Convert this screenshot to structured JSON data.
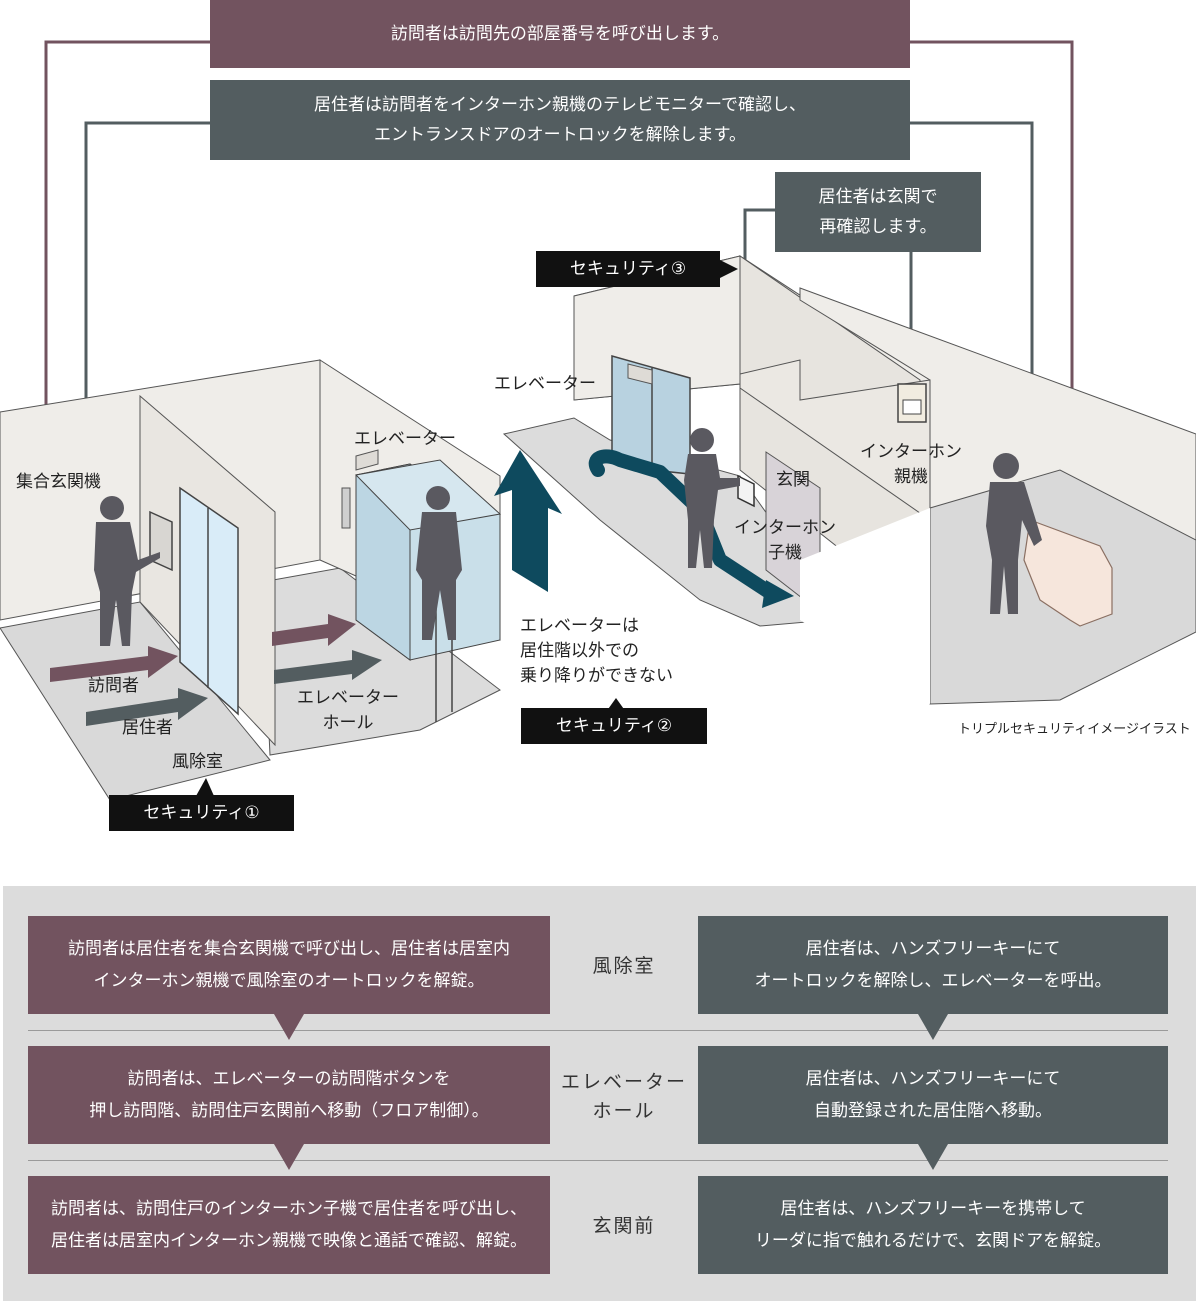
{
  "top": {
    "visitor_call": "訪問者は訪問先の部屋番号を呼び出します。",
    "resident_check_line1": "居住者は訪問者をインターホン親機のテレビモニターで確認し、",
    "resident_check_line2": "エントランスドアのオートロックを解除します。",
    "recheck_line1": "居住者は玄関で",
    "recheck_line2": "再確認します。"
  },
  "illustration": {
    "security_1": "セキュリティ①",
    "security_2": "セキュリティ②",
    "security_3": "セキュリティ③",
    "intercom_panel": "集合玄関機",
    "elevator_left": "エレベーター",
    "elevator_right": "エレベーター",
    "visitor": "訪問者",
    "resident": "居住者",
    "windbreak_room": "風除室",
    "hall_line1": "エレベーター",
    "hall_line2": "ホール",
    "elevator_note_line1": "エレベーターは",
    "elevator_note_line2": "居住階以外での",
    "elevator_note_line3": "乗り降りができない",
    "entrance": "玄関",
    "sub_intercom_line1": "インターホン",
    "sub_intercom_line2": "子機",
    "main_intercom_line1": "インターホン",
    "main_intercom_line2": "親機",
    "caption": "トリプルセキュリティイメージイラスト"
  },
  "flow": {
    "rows": [
      {
        "label_line1": "風除室",
        "label_line2": "",
        "visitor_line1": "訪問者は居住者を集合玄関機で呼び出し、居住者は居室内",
        "visitor_line2": "インターホン親機で風除室のオートロックを解錠。",
        "resident_line1": "居住者は、ハンズフリーキーにて",
        "resident_line2": "オートロックを解除し、エレベーターを呼出。"
      },
      {
        "label_line1": "エレベーター",
        "label_line2": "ホール",
        "visitor_line1": "訪問者は、エレベーターの訪問階ボタンを",
        "visitor_line2": "押し訪問階、訪問住戸玄関前へ移動（フロア制御）。",
        "resident_line1": "居住者は、ハンズフリーキーにて",
        "resident_line2": "自動登録された居住階へ移動。"
      },
      {
        "label_line1": "玄関前",
        "label_line2": "",
        "visitor_line1": "訪問者は、訪問住戸のインターホン子機で居住者を呼び出し、",
        "visitor_line2": "居住者は居室内インターホン親機で映像と通話で確認、解錠。",
        "resident_line1": "居住者は、ハンズフリーキーを携帯して",
        "resident_line2": "リーダに指で触れるだけで、玄関ドアを解錠。"
      }
    ]
  },
  "colors": {
    "visitor": "#72535f",
    "resident": "#535d60",
    "security_tag": "#111111",
    "route": "#1f4b5e",
    "panel_bg": "#dcdcdc"
  }
}
